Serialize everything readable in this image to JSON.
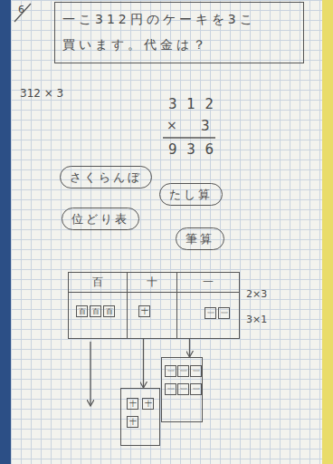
{
  "diagram": {
    "nodes": [
      {
        "text": [
          "一こ312円のケーキを3こ 買います。代金は？"
        ]
      },
      {
        "text": [
          "さくらんぼ"
        ]
      },
      {
        "text": [
          "たし算"
        ]
      },
      {
        "text": [
          "位どり表"
        ]
      },
      {
        "text": [
          "筆算"
        ]
      },
      {
        "text": [
          "百"
        ]
      },
      {
        "text": [
          "百"
        ],
        "in": 5
      },
      {
        "text": [
          "百"
        ],
        "in": 5
      },
      {
        "text": [
          "百"
        ],
        "in": 5
      },
      {
        "text": [
          "十"
        ]
      },
      {
        "text": [
          "十"
        ],
        "in": 9
      },
      {
        "text": [
          "一"
        ]
      },
      {
        "text": [
          "一"
        ],
        "in": 11
      },
      {
        "text": [
          "一"
        ],
        "in": 11
      },
      {
        "text": []
      },
      {
        "text": [
          "十"
        ],
        "in": 14
      },
      {
        "text": [
          "十"
        ],
        "in": 14
      },
      {
        "text": [
          "十"
        ],
        "in": 14
      },
      {
        "text": []
      },
      {
        "text": [
          "一"
        ],
        "in": 18
      },
      {
        "text": [
          "一"
        ],
        "in": 18
      },
      {
        "text": [
          "一"
        ],
        "in": 18
      },
      {
        "text": [
          "一"
        ],
        "in": 18
      },
      {
        "text": [
          "一"
        ],
        "in": 18
      },
      {
        "text": [
          "一"
        ],
        "in": 18
      }
    ],
    "edges": [
      {
        "from": 9,
        "to": 14,
        "arrow": "to"
      },
      {
        "from": 11,
        "to": 18,
        "arrow": "to"
      }
    ],
    "labels": [
      "6",
      "312 × 3",
      "3 1 2",
      "×",
      "3",
      "9 3 6",
      "2×3",
      "3×1"
    ]
  }
}
